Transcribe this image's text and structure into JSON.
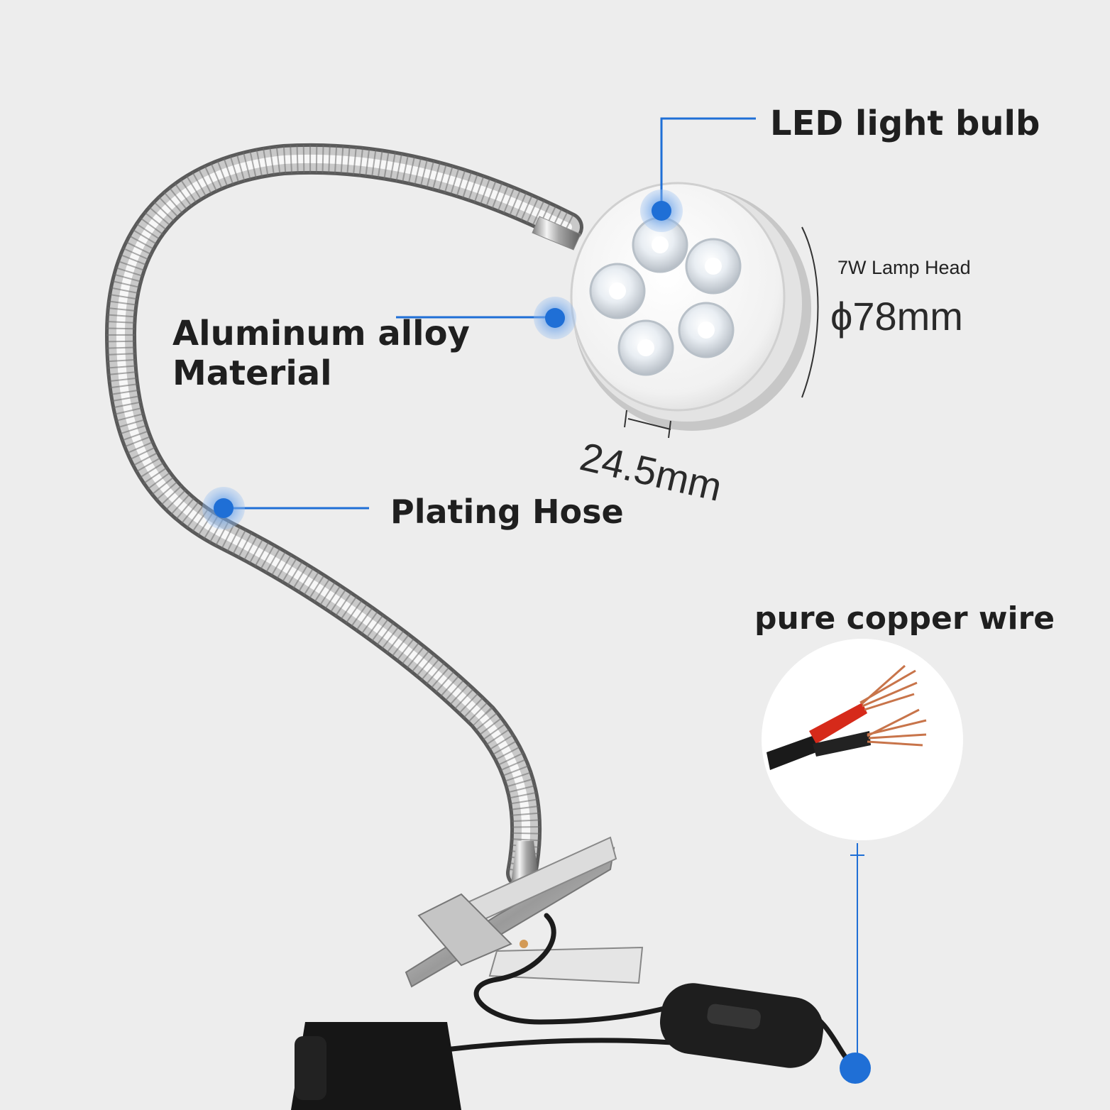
{
  "labels": {
    "led": "LED light bulb",
    "aluminum_line1": "Aluminum alloy",
    "aluminum_line2": "Material",
    "hose": "Plating Hose",
    "copper": "pure copper wire",
    "lamp_head": "7W Lamp Head",
    "diameter": "ϕ78mm",
    "thickness": "24.5mm"
  },
  "colors": {
    "background": "#ededed",
    "callout_blue": "#1f6fd6",
    "callout_halo": "#8fb8ee"
  },
  "icons": {
    "lamp_head": "led-lamp-head-icon",
    "hose": "gooseneck-hose-icon",
    "clip": "spring-clip-icon",
    "switch": "inline-switch-icon",
    "adapter": "power-adapter-icon",
    "wire": "copper-wire-icon"
  }
}
